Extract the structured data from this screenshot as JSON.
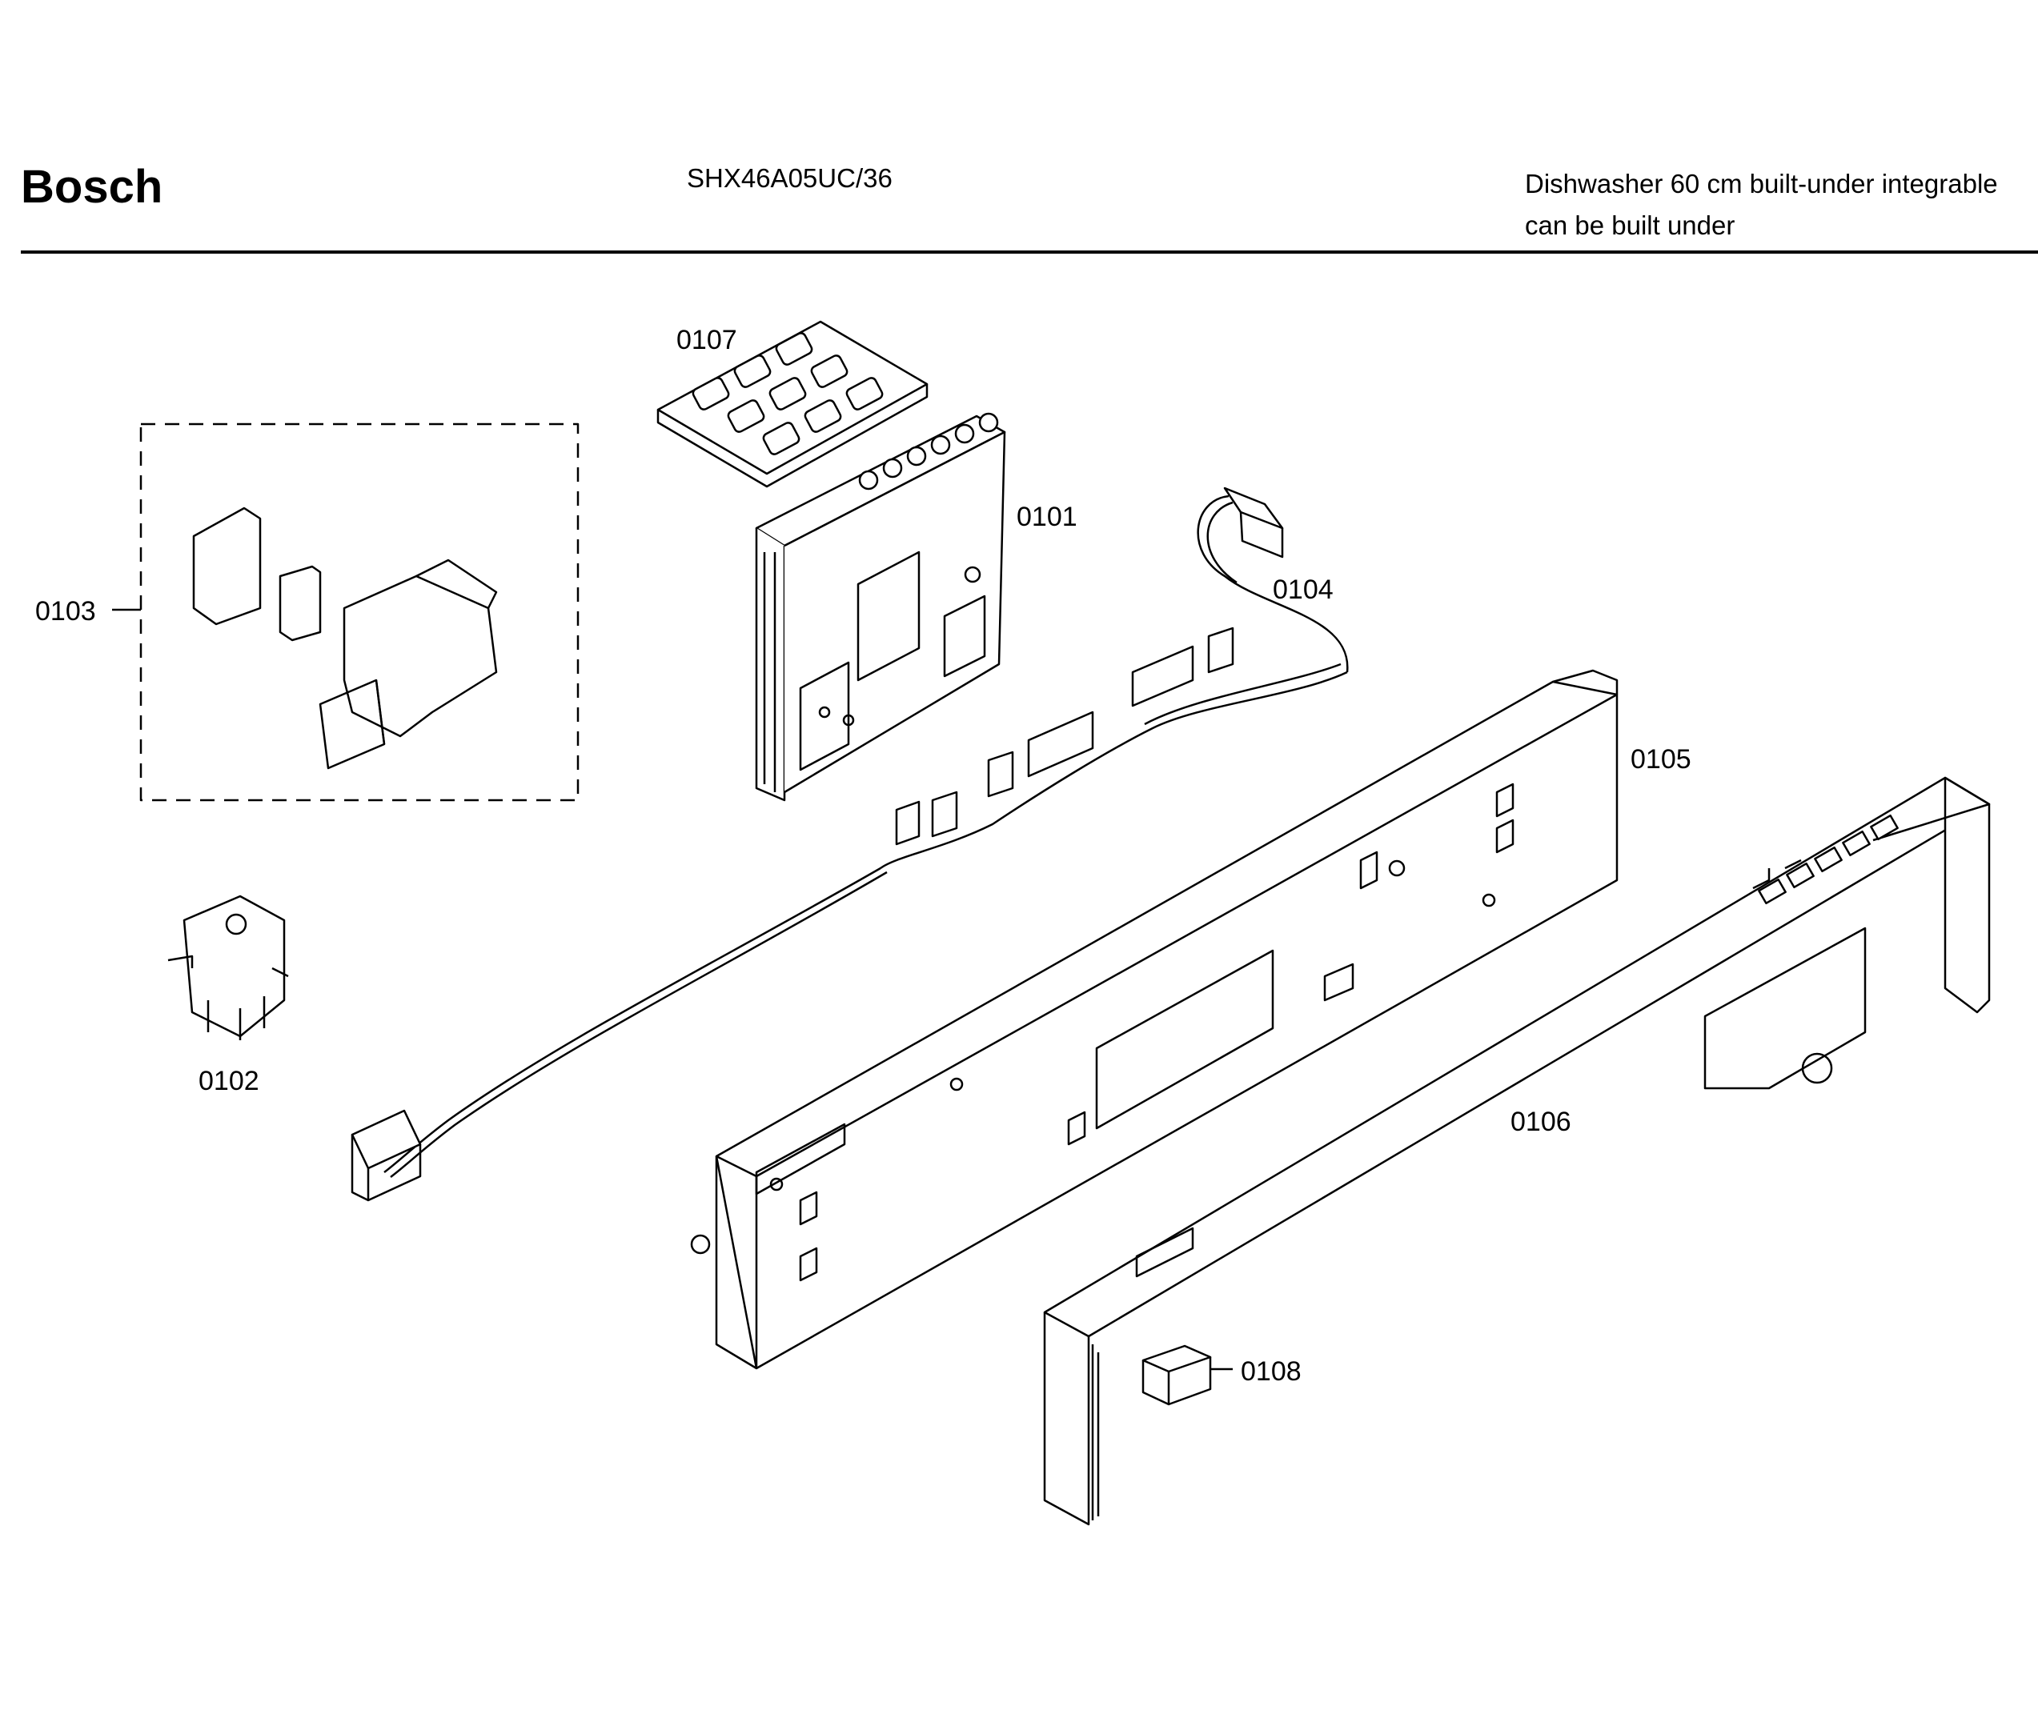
{
  "header": {
    "brand": "Bosch",
    "model": "SHX46A05UC/36",
    "description_line1": "Dishwasher 60 cm built-under integrable",
    "description_line2": "can be built under"
  },
  "parts": {
    "p0101": "0101",
    "p0102": "0102",
    "p0103": "0103",
    "p0104": "0104",
    "p0105": "0105",
    "p0106": "0106",
    "p0107": "0107",
    "p0108": "0108"
  }
}
